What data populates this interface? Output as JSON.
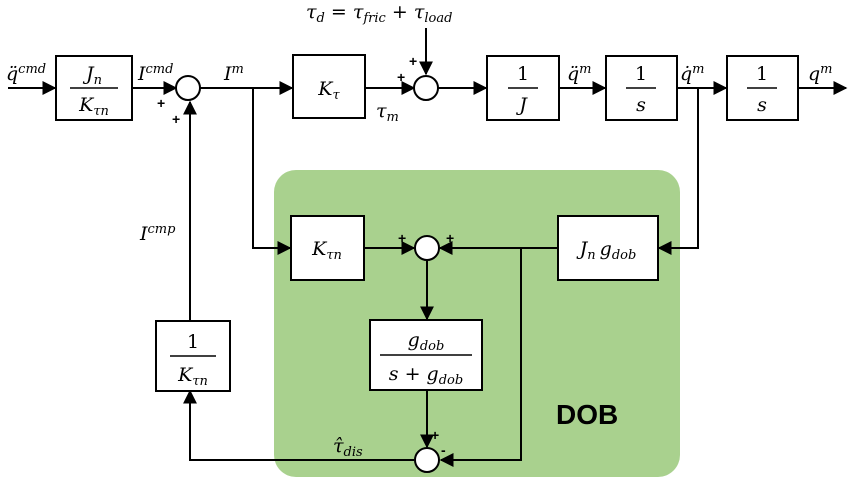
{
  "signals": {
    "qdd_cmd": {
      "base": "q̈",
      "sup": "cmd"
    },
    "i_cmd": {
      "base": "I",
      "sup": "cmd"
    },
    "i_m": {
      "base": "I",
      "sup": "m"
    },
    "tau_m": {
      "base": "τ",
      "sub": "m"
    },
    "tau_d": {
      "lhs": "τ",
      "lhs_sub": "d",
      "eq": " = ",
      "t1": "τ",
      "t1_sub": "fric",
      "plus": " + ",
      "t2": "τ",
      "t2_sub": "load"
    },
    "qdd_m": {
      "base": "q̈",
      "sup": "m"
    },
    "qd_m": {
      "base": "q̇",
      "sup": "m"
    },
    "q_m": {
      "base": "q",
      "sup": "m"
    },
    "i_cmp": {
      "base": "I",
      "sup": "cmp"
    },
    "tau_dis": {
      "base": "τ̂",
      "sub": "dis"
    }
  },
  "blocks": {
    "inv_model": {
      "num": "J",
      "num_sub": "n",
      "den": "K",
      "den_sub": "τn"
    },
    "k_tau": {
      "base": "K",
      "sub": "τ"
    },
    "inv_j": {
      "num": "1",
      "den": "J"
    },
    "int1": {
      "num": "1",
      "den": "s"
    },
    "int2": {
      "num": "1",
      "den": "s"
    },
    "k_taun": {
      "base": "K",
      "sub": "τn"
    },
    "jn_gdob": {
      "a": "J",
      "a_sub": "n",
      "b": "g",
      "b_sub": "dob"
    },
    "lpf": {
      "num": "g",
      "num_sub": "dob",
      "den_pre": "s + g",
      "den_sub": "dob"
    },
    "inv_ktaun": {
      "num": "1",
      "den": "K",
      "den_sub": "τn"
    }
  },
  "signs": {
    "s1_a": "+",
    "s1_b": "+",
    "s2_a": "+",
    "s2_b": "+",
    "s3_a": "+",
    "s3_b": "+",
    "s4_a": "+",
    "s4_b": "-"
  },
  "dob_label": "DOB",
  "colors": {
    "dob_region": "#a9d18e",
    "line": "#000000"
  }
}
